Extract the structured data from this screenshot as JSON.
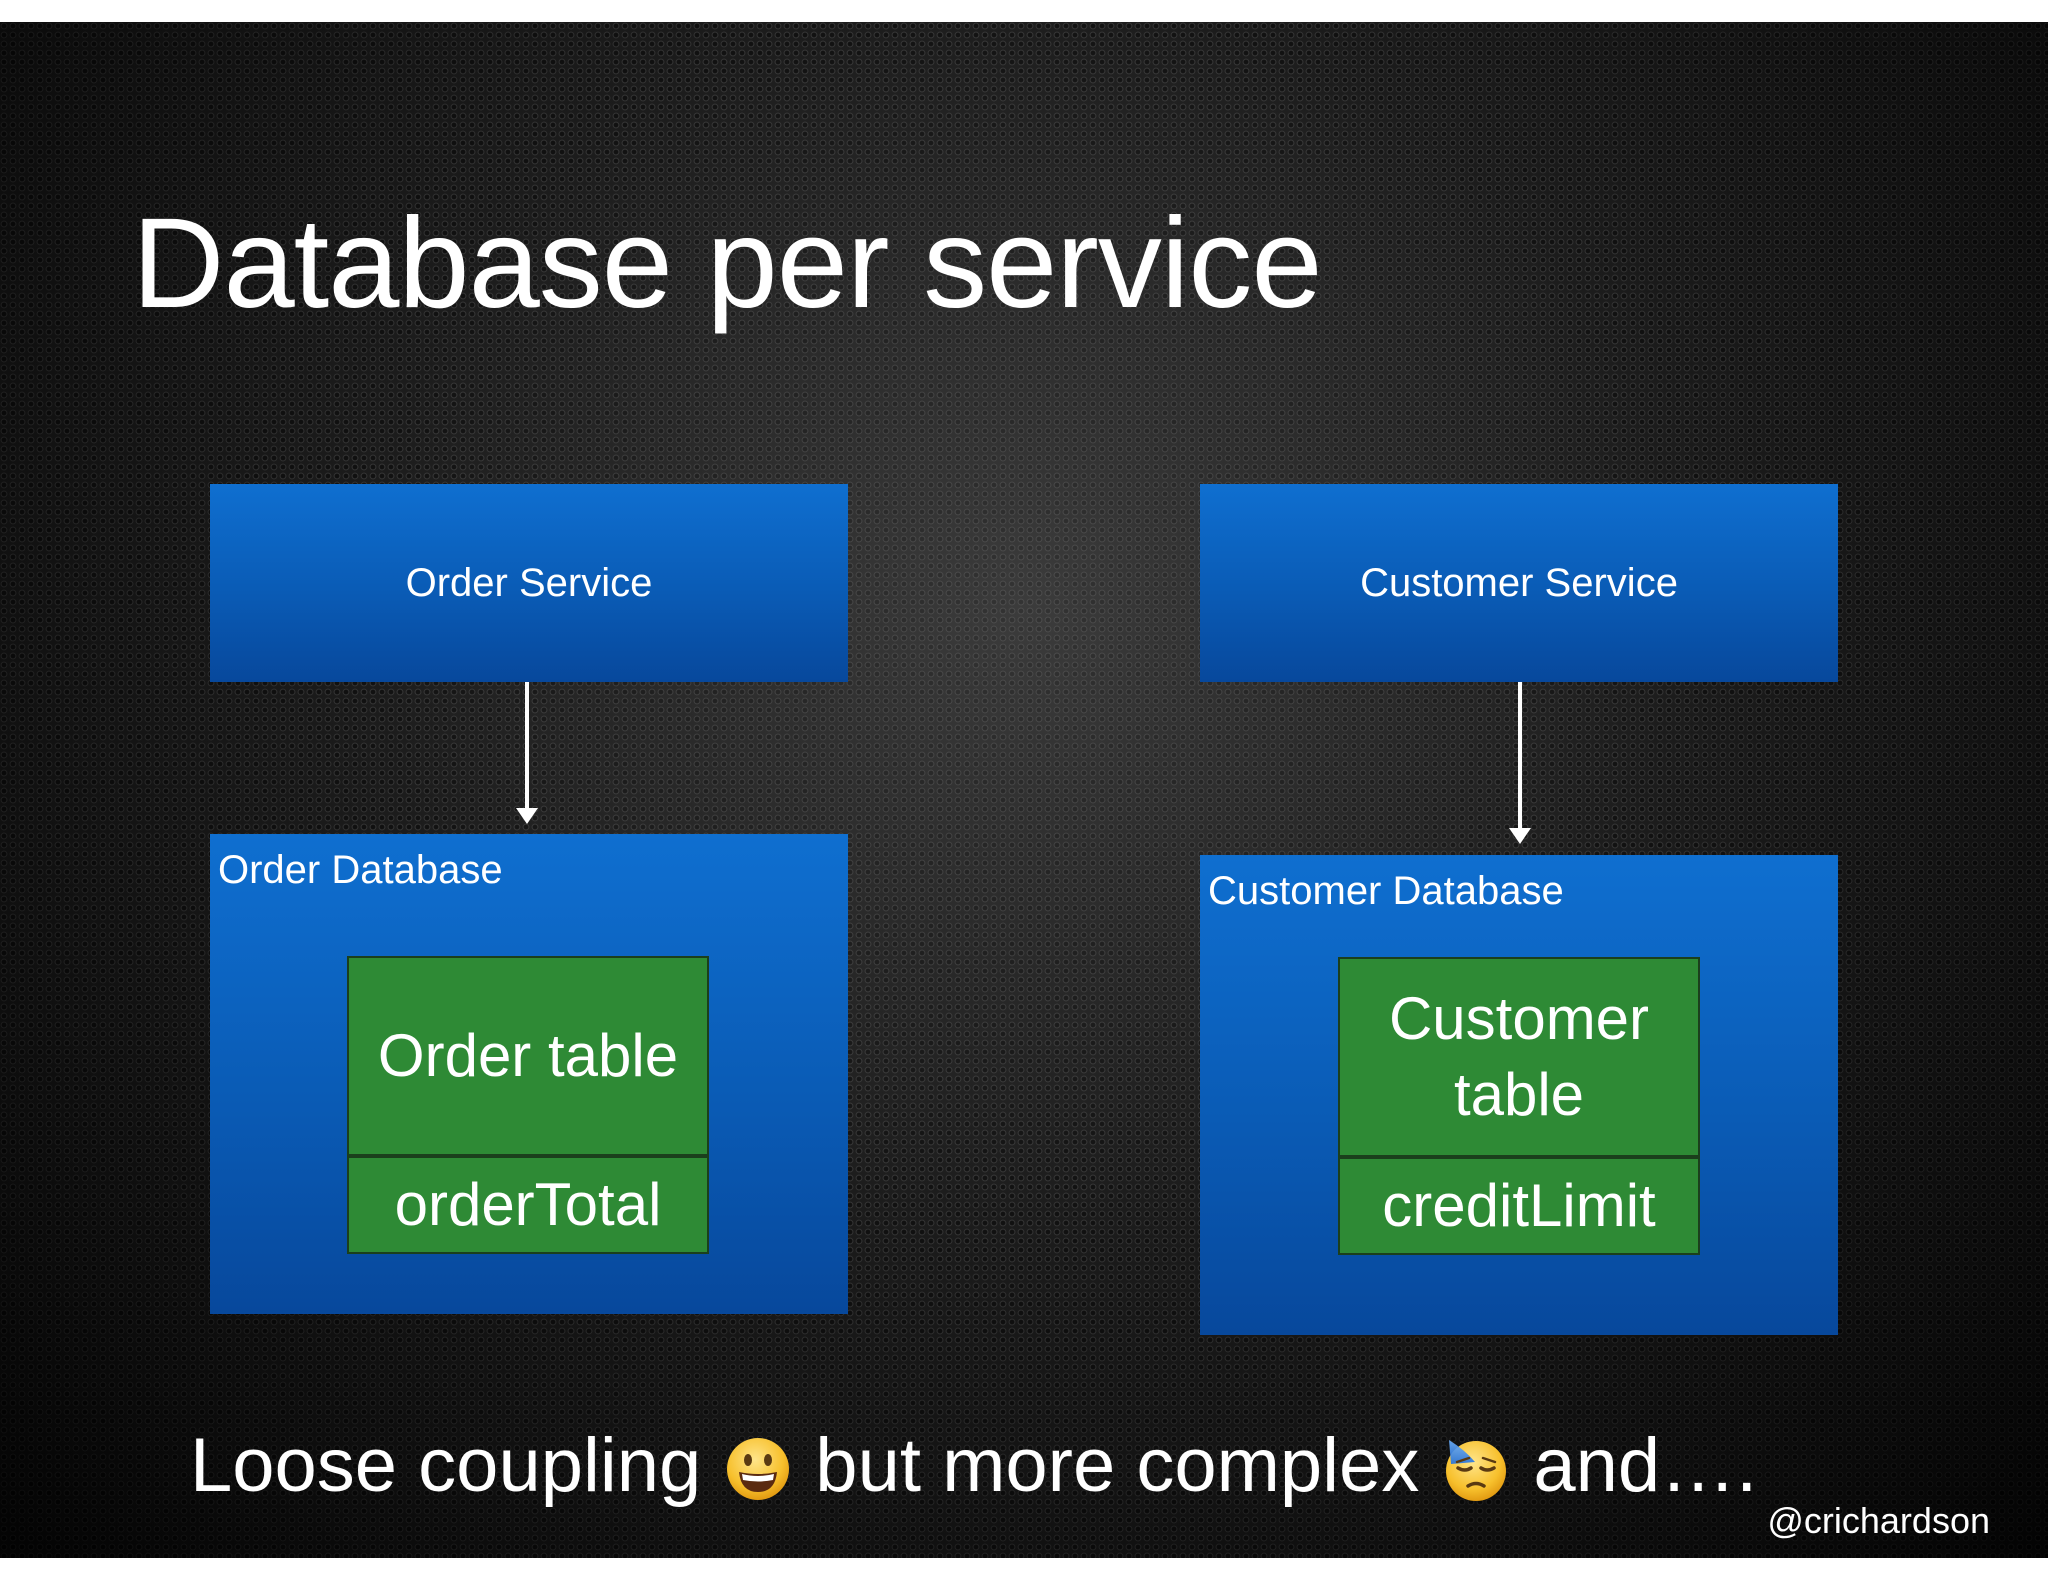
{
  "title": "Database per service",
  "left": {
    "service_label": "Order Service",
    "database_label": "Order Database",
    "table_label": "Order table",
    "column_label": "orderTotal"
  },
  "right": {
    "service_label": "Customer Service",
    "database_label": "Customer Database",
    "table_label": "Customer table",
    "column_label": "creditLimit"
  },
  "footer": {
    "part1": "Loose coupling",
    "emoji1": "grinning-face-icon",
    "part2": "but more complex",
    "emoji2": "downcast-face-with-sweat-icon",
    "part3": "and…."
  },
  "handle": "@crichardson",
  "colors": {
    "service_blue": "#0a5bb5",
    "table_green": "#2e8a35"
  }
}
